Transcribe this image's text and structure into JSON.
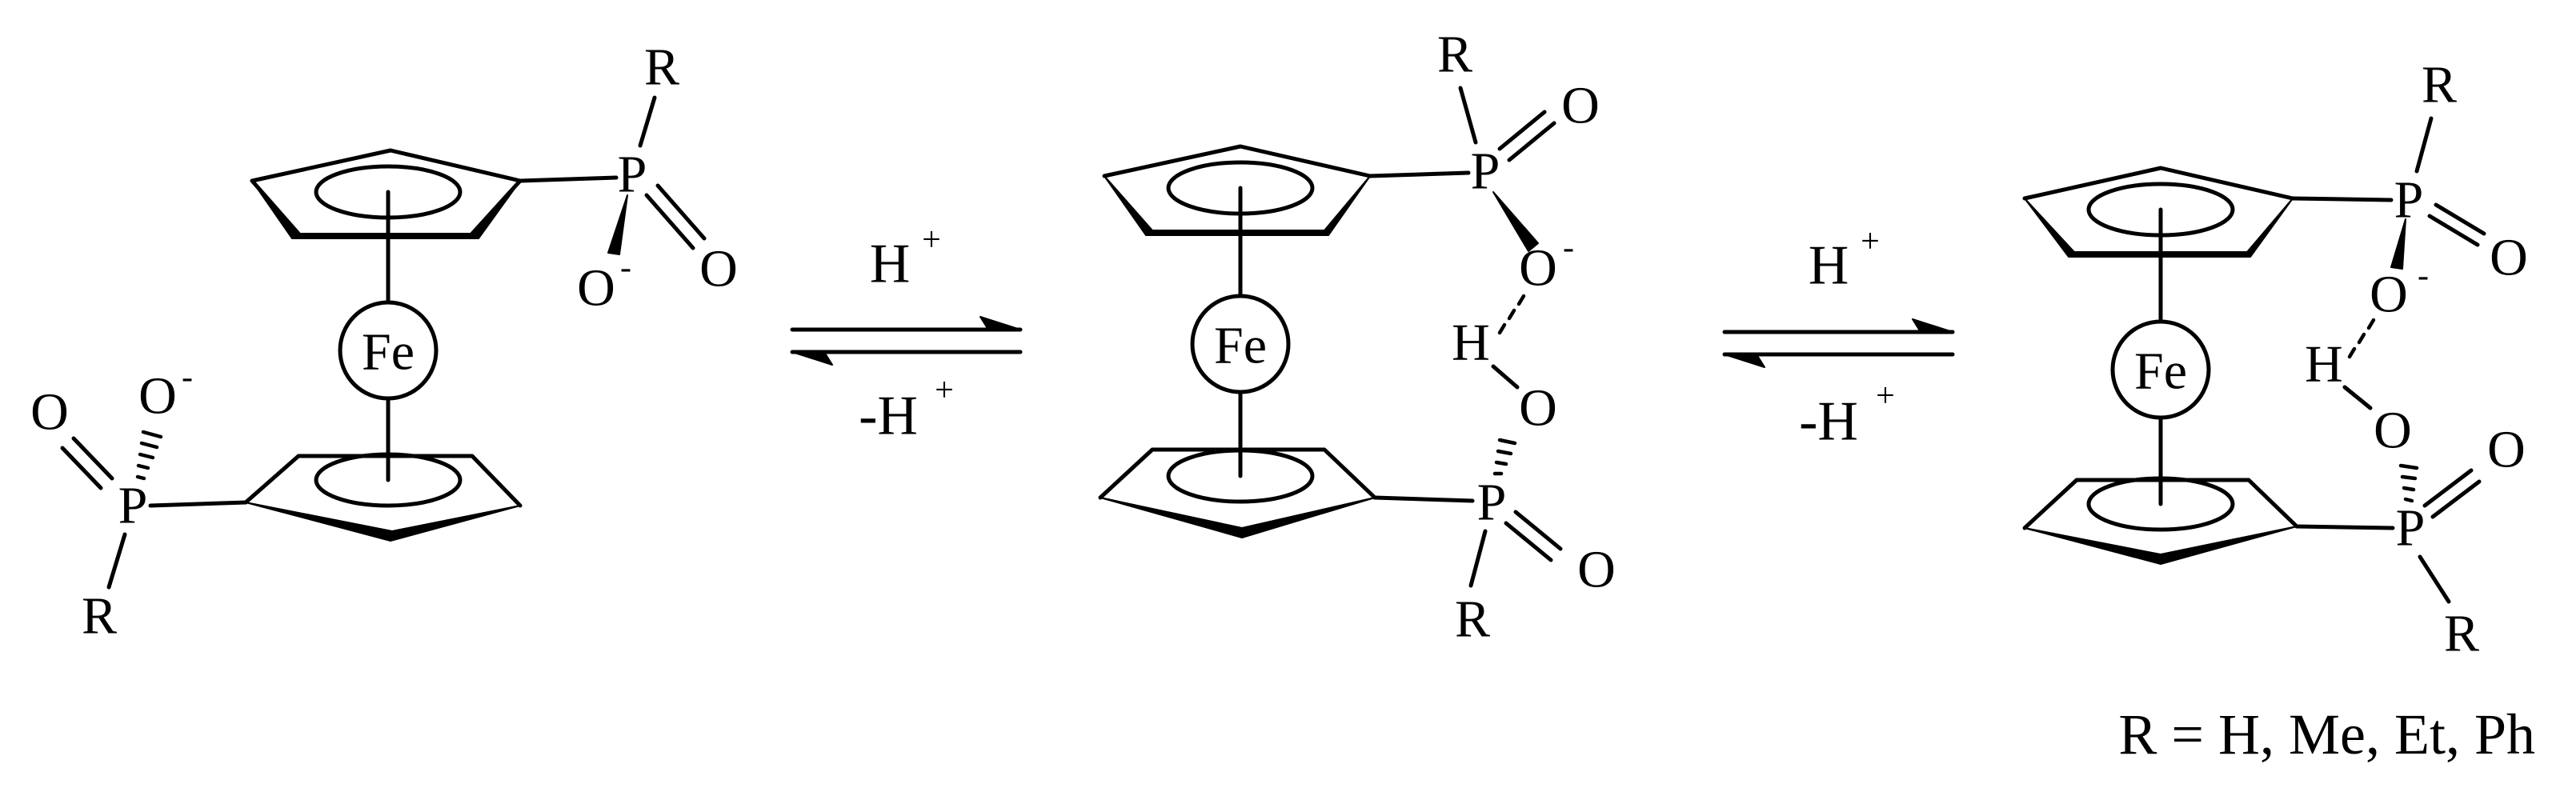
{
  "atoms": {
    "iron": "Fe",
    "phosphorus": "P",
    "oxygen": "O",
    "hydrogen": "H",
    "substituent": "R",
    "charge": "-"
  },
  "arrows": [
    {
      "forward_label": "H",
      "forward_sup": "+",
      "reverse_label": "-H",
      "reverse_sup": "+"
    },
    {
      "forward_label": "H",
      "forward_sup": "+",
      "reverse_label": "-H",
      "reverse_sup": "+"
    }
  ],
  "legend": "R = H, Me, Et, Ph"
}
